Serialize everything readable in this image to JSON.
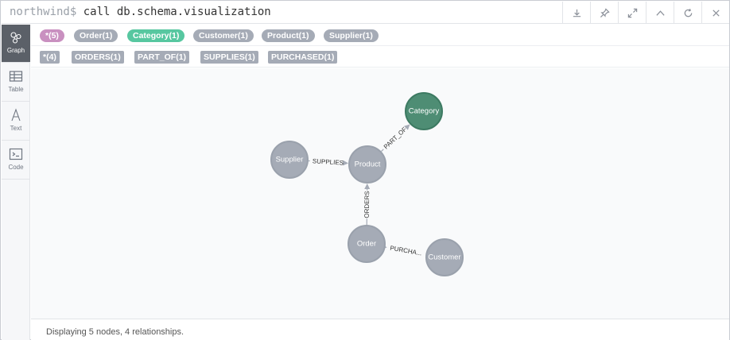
{
  "header": {
    "prompt": "northwind$",
    "command": "call db.schema.visualization",
    "buttons": [
      "download-icon",
      "pin-icon",
      "expand-icon",
      "collapse-up-icon",
      "rerun-icon",
      "close-icon"
    ]
  },
  "sidebar": {
    "tabs": [
      {
        "label": "Graph",
        "icon": "graph-icon",
        "active": true
      },
      {
        "label": "Table",
        "icon": "table-icon",
        "active": false
      },
      {
        "label": "Text",
        "icon": "text-icon",
        "active": false
      },
      {
        "label": "Code",
        "icon": "code-icon",
        "active": false
      }
    ]
  },
  "legend": {
    "labels": [
      {
        "text": "*(5)",
        "color": "#c990c0"
      },
      {
        "text": "Order(1)",
        "color": "#a5abb6"
      },
      {
        "text": "Category(1)",
        "color": "#57c7a0"
      },
      {
        "text": "Customer(1)",
        "color": "#a5abb6"
      },
      {
        "text": "Product(1)",
        "color": "#a5abb6"
      },
      {
        "text": "Supplier(1)",
        "color": "#a5abb6"
      }
    ],
    "relationships": [
      {
        "text": "*(4)"
      },
      {
        "text": "ORDERS(1)"
      },
      {
        "text": "PART_OF(1)"
      },
      {
        "text": "SUPPLIES(1)"
      },
      {
        "text": "PURCHASED(1)"
      }
    ]
  },
  "graph": {
    "nodes": [
      {
        "id": "supplier",
        "label": "Supplier",
        "color": "#a5abb6",
        "stroke": "#9aa1ac"
      },
      {
        "id": "product",
        "label": "Product",
        "color": "#a5abb6",
        "stroke": "#9aa1ac"
      },
      {
        "id": "category",
        "label": "Category",
        "color": "#4e8d74",
        "stroke": "#3d7a62"
      },
      {
        "id": "order",
        "label": "Order",
        "color": "#a5abb6",
        "stroke": "#9aa1ac"
      },
      {
        "id": "customer",
        "label": "Customer",
        "color": "#a5abb6",
        "stroke": "#9aa1ac"
      }
    ],
    "relationships": [
      {
        "from": "supplier",
        "to": "product",
        "label": "SUPPLIES"
      },
      {
        "from": "product",
        "to": "category",
        "label": "PART_OF"
      },
      {
        "from": "order",
        "to": "product",
        "label": "ORDERS"
      },
      {
        "from": "customer",
        "to": "order",
        "label": "PURCHA..."
      }
    ]
  },
  "footer": {
    "status": "Displaying 5 nodes, 4 relationships."
  }
}
